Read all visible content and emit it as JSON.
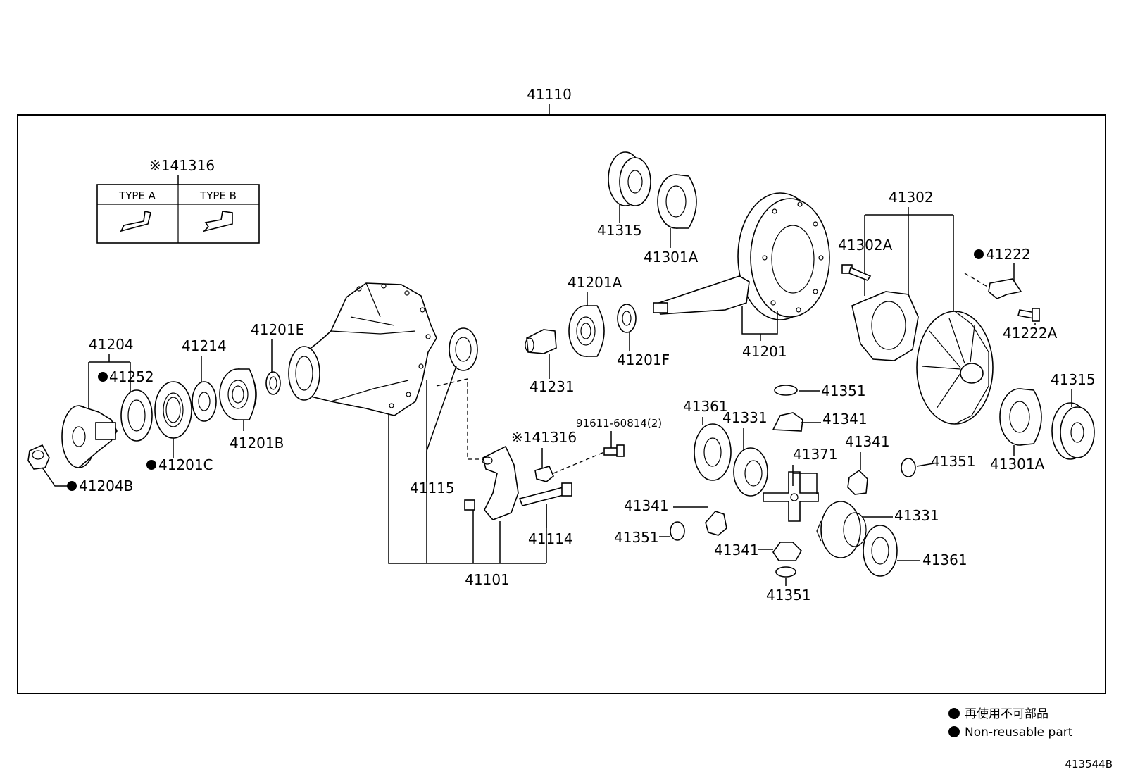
{
  "assembly_number": "41110",
  "inset": {
    "label": "※141316",
    "type_a": "TYPE A",
    "type_b": "TYPE B"
  },
  "labels": {
    "p41204": "41204",
    "p41252": "41252",
    "p41204b": "41204B",
    "p41201c": "41201C",
    "p41214": "41214",
    "p41201b": "41201B",
    "p41201e": "41201E",
    "p41115": "41115",
    "p41101": "41101",
    "p41114": "41114",
    "p41316b": "※141316",
    "p91611": "91611-60814(2)",
    "p41231": "41231",
    "p41201a": "41201A",
    "p41201f": "41201F",
    "p41315a": "41315",
    "p41301a_a": "41301A",
    "p41201": "41201",
    "p41302": "41302",
    "p41302a": "41302A",
    "p41222": "41222",
    "p41222a": "41222A",
    "p41315b": "41315",
    "p41301a_b": "41301A",
    "p41351a": "41351",
    "p41341a": "41341",
    "p41361a": "41361",
    "p41331a": "41331",
    "p41371": "41371",
    "p41341b": "41341",
    "p41351b": "41351",
    "p41341c": "41341",
    "p41351c": "41351",
    "p41341d": "41341",
    "p41331b": "41331",
    "p41361b": "41361",
    "p41351d": "41351"
  },
  "legend": {
    "line1": "再使用不可部品",
    "line2": "Non-reusable part"
  },
  "figure_id": "413544B",
  "colors": {
    "ink": "#000000",
    "paper": "#ffffff"
  }
}
